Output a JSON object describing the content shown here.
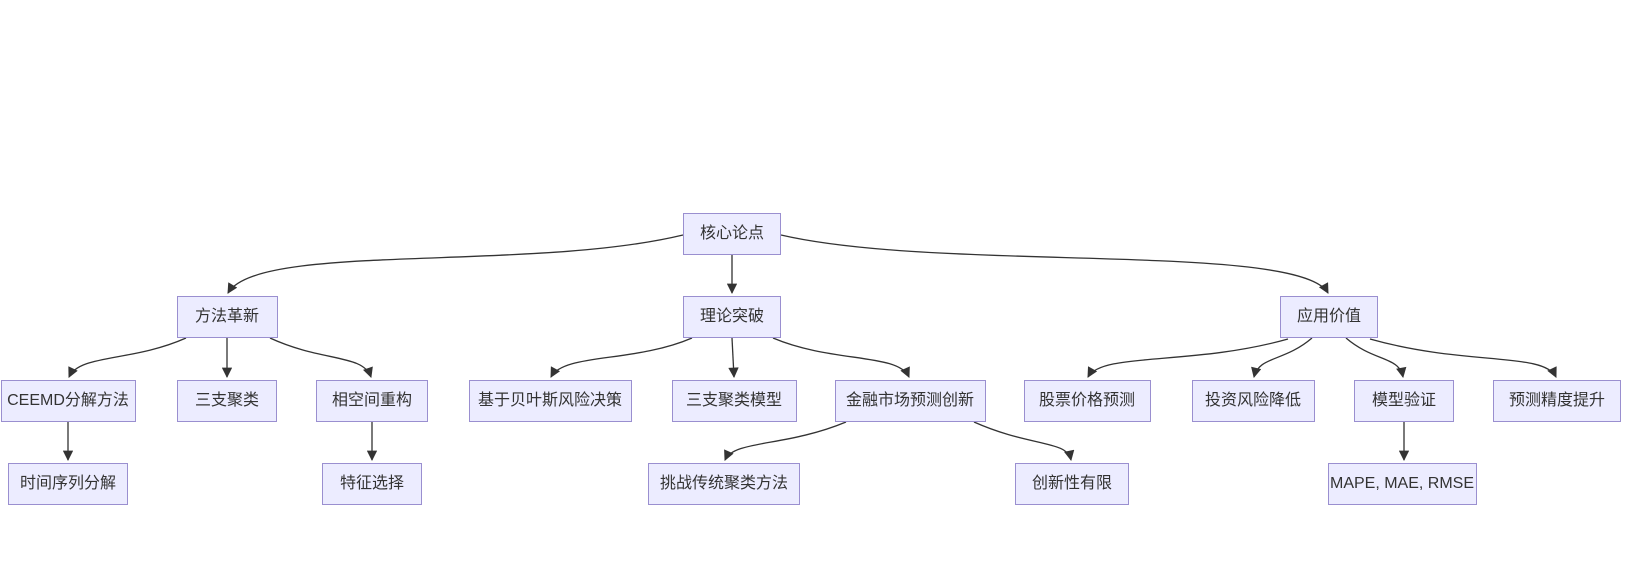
{
  "diagram": {
    "type": "flowchart",
    "direction": "top-down",
    "colors": {
      "background": "#ffffff",
      "node_fill": "#ECECFF",
      "node_border": "#9a8fd0",
      "node_text": "#333333",
      "edge": "#333333"
    },
    "nodes": [
      {
        "id": "core",
        "label": "核心论点",
        "level": 1
      },
      {
        "id": "method",
        "label": "方法革新",
        "level": 2
      },
      {
        "id": "theory",
        "label": "理论突破",
        "level": 2
      },
      {
        "id": "value",
        "label": "应用价值",
        "level": 2
      },
      {
        "id": "ceemd",
        "label": "CEEMD分解方法",
        "level": 3
      },
      {
        "id": "threeway",
        "label": "三支聚类",
        "level": 3
      },
      {
        "id": "phase",
        "label": "相空间重构",
        "level": 3
      },
      {
        "id": "bayes",
        "label": "基于贝叶斯风险决策",
        "level": 3
      },
      {
        "id": "threemodel",
        "label": "三支聚类模型",
        "level": 3
      },
      {
        "id": "finance",
        "label": "金融市场预测创新",
        "level": 3
      },
      {
        "id": "stock",
        "label": "股票价格预测",
        "level": 3
      },
      {
        "id": "invest",
        "label": "投资风险降低",
        "level": 3
      },
      {
        "id": "validate",
        "label": "模型验证",
        "level": 3
      },
      {
        "id": "accuracy",
        "label": "预测精度提升",
        "level": 3
      },
      {
        "id": "tsdecomp",
        "label": "时间序列分解",
        "level": 4
      },
      {
        "id": "feature",
        "label": "特征选择",
        "level": 4
      },
      {
        "id": "challenge",
        "label": "挑战传统聚类方法",
        "level": 4
      },
      {
        "id": "limited",
        "label": "创新性有限",
        "level": 4
      },
      {
        "id": "metrics",
        "label": "MAPE, MAE, RMSE",
        "level": 4
      }
    ],
    "edges": [
      {
        "from": "core",
        "to": "method"
      },
      {
        "from": "core",
        "to": "theory"
      },
      {
        "from": "core",
        "to": "value"
      },
      {
        "from": "method",
        "to": "ceemd"
      },
      {
        "from": "method",
        "to": "threeway"
      },
      {
        "from": "method",
        "to": "phase"
      },
      {
        "from": "theory",
        "to": "bayes"
      },
      {
        "from": "theory",
        "to": "threemodel"
      },
      {
        "from": "theory",
        "to": "finance"
      },
      {
        "from": "value",
        "to": "stock"
      },
      {
        "from": "value",
        "to": "invest"
      },
      {
        "from": "value",
        "to": "validate"
      },
      {
        "from": "value",
        "to": "accuracy"
      },
      {
        "from": "ceemd",
        "to": "tsdecomp"
      },
      {
        "from": "phase",
        "to": "feature"
      },
      {
        "from": "finance",
        "to": "challenge"
      },
      {
        "from": "finance",
        "to": "limited"
      },
      {
        "from": "validate",
        "to": "metrics"
      }
    ]
  }
}
